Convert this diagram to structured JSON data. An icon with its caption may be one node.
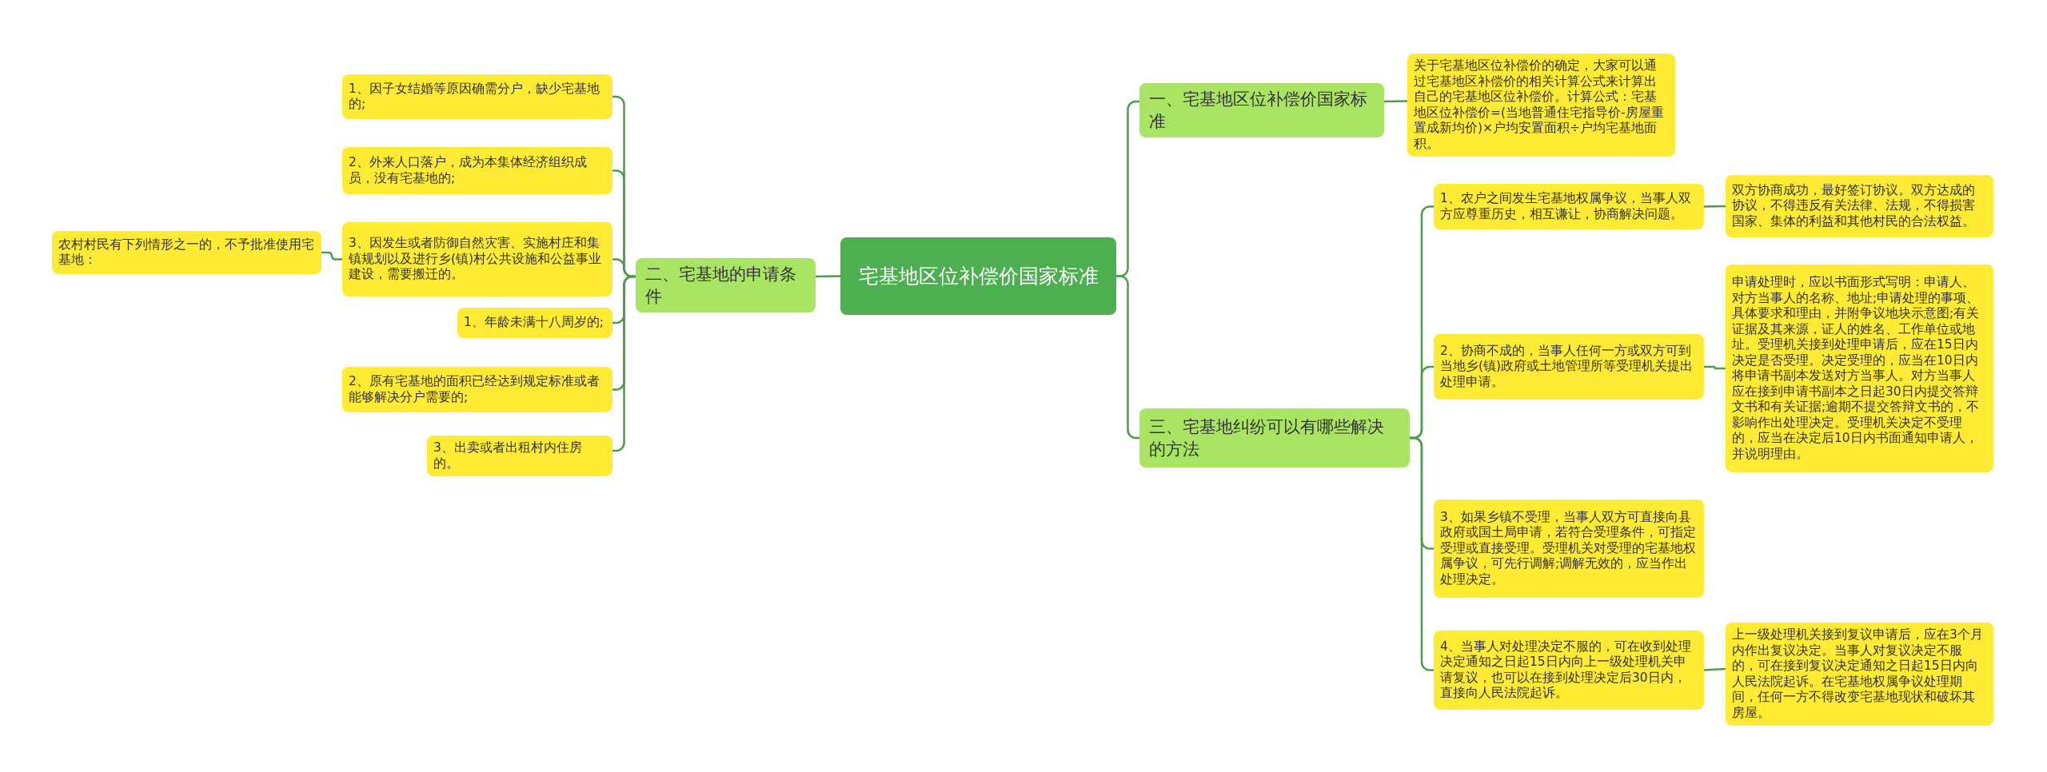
{
  "diagram": {
    "nodes": [
      {
        "text": [
          "宅基地区位补偿价国家标准"
        ]
      },
      {
        "text": [
          "一、宅基地区位补偿价国家标准"
        ]
      },
      {
        "text": [
          "关于宅基地区位补偿价的确定，大家可以通过宅基地区补偿价的相关计算公式来计算出自己的宅基地区位补偿价。计算公式：宅基地区位补偿价=(当地普通住宅指导价-房屋重置成新均价)×户均安置面积÷户均宅基地面积。"
        ]
      },
      {
        "text": [
          "三、宅基地纠纷可以有哪些解决的方法"
        ]
      },
      {
        "text": [
          "1、农户之间发生宅基地权属争议，当事人双方应尊重历史，相互谦让，协商解决问题。"
        ]
      },
      {
        "text": [
          "双方协商成功，最好签订协议。双方达成的协议，不得违反有关法律、法规，不得损害国家、集体的利益和其他村民的合法权益。"
        ]
      },
      {
        "text": [
          "2、协商不成的，当事人任何一方或双方可到当地乡(镇)政府或土地管理所等受理机关提出处理申请。"
        ]
      },
      {
        "text": [
          "申请处理时，应以书面形式写明：申请人、对方当事人的名称、地址;申请处理的事项、具体要求和理由，并附争议地块示意图;有关证据及其来源，证人的姓名、工作单位或地址。受理机关接到处理申请后，应在15日内决定是否受理。决定受理的，应当在10日内将申请书副本发送对方当事人。对方当事人应在接到申请书副本之日起30日内提交答辩文书和有关证据;逾期不提交答辩文书的，不影响作出处理决定。受理机关决定不受理的，应当在决定后10日内书面通知申请人，并说明理由。"
        ]
      },
      {
        "text": [
          "3、如果乡镇不受理，当事人双方可直接向县政府或国土局申请，若符合受理条件，可指定受理或直接受理。受理机关对受理的宅基地权属争议，可先行调解;调解无效的，应当作出处理决定。"
        ]
      },
      {
        "text": [
          "4、当事人对处理决定不服的，可在收到处理决定通知之日起15日内向上一级处理机关申请复议，也可以在接到处理决定后30日内，直接向人民法院起诉。"
        ]
      },
      {
        "text": [
          "上一级处理机关接到复议申请后，应在3个月内作出复议决定。当事人对复议决定不服的，可在接到复议决定通知之日起15日内向人民法院起诉。在宅基地权属争议处理期间，任何一方不得改变宅基地现状和破坏其房屋。"
        ]
      },
      {
        "text": [
          "二、宅基地的申请条件"
        ]
      },
      {
        "text": [
          "1、因子女结婚等原因确需分户，缺少宅基地的;"
        ]
      },
      {
        "text": [
          "2、外来人口落户，成为本集体经济组织成员，没有宅基地的;"
        ]
      },
      {
        "text": [
          "3、因发生或者防御自然灾害、实施村庄和集镇规划以及进行乡(镇)村公共设施和公益事业建设，需要搬迁的。"
        ]
      },
      {
        "text": [
          "1、年龄未满十八周岁的;"
        ]
      },
      {
        "text": [
          "2、原有宅基地的面积已经达到规定标准或者能够解决分户需要的;"
        ]
      },
      {
        "text": [
          "3、出卖或者出租村内住房的。"
        ]
      },
      {
        "text": [
          "农村村民有下列情形之一的，不予批准使用宅基地："
        ]
      }
    ],
    "edges": [
      {
        "from": 0,
        "to": 1,
        "arrow": "none"
      },
      {
        "from": 1,
        "to": 2,
        "arrow": "none"
      },
      {
        "from": 0,
        "to": 3,
        "arrow": "none"
      },
      {
        "from": 3,
        "to": 4,
        "arrow": "none"
      },
      {
        "from": 4,
        "to": 5,
        "arrow": "none"
      },
      {
        "from": 3,
        "to": 6,
        "arrow": "none"
      },
      {
        "from": 6,
        "to": 7,
        "arrow": "none"
      },
      {
        "from": 3,
        "to": 8,
        "arrow": "none"
      },
      {
        "from": 3,
        "to": 9,
        "arrow": "none"
      },
      {
        "from": 9,
        "to": 10,
        "arrow": "none"
      },
      {
        "from": 0,
        "to": 11,
        "arrow": "none"
      },
      {
        "from": 11,
        "to": 12,
        "arrow": "none"
      },
      {
        "from": 11,
        "to": 13,
        "arrow": "none"
      },
      {
        "from": 11,
        "to": 14,
        "arrow": "none"
      },
      {
        "from": 11,
        "to": 15,
        "arrow": "none"
      },
      {
        "from": 11,
        "to": 16,
        "arrow": "none"
      },
      {
        "from": 11,
        "to": 17,
        "arrow": "none"
      },
      {
        "from": 14,
        "to": 18,
        "arrow": "none"
      }
    ]
  }
}
